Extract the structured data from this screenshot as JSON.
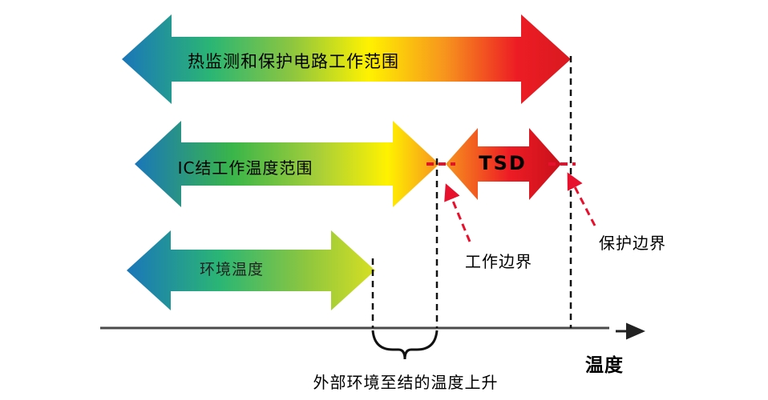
{
  "diagram_title": "thermal-protection-temperature-range-diagram",
  "arrows": {
    "thermal_range": {
      "label": "热监测和保护电路工作范围"
    },
    "ic_junction_range": {
      "label": "IC结工作温度范围"
    },
    "tsd": {
      "label": "TSD"
    },
    "ambient": {
      "label": "环境温度"
    }
  },
  "annotations": {
    "working_boundary": "工作边界",
    "protection_boundary": "保护边界",
    "brace_label": "外部环境至结的温度上升",
    "axis_label": "温度"
  },
  "colors": {
    "gradient_blue": "#1a76b9",
    "gradient_teal": "#2bb673",
    "gradient_green": "#39b54a",
    "gradient_yellow_green": "#a6ce39",
    "gradient_yellow": "#fff200",
    "gradient_orange": "#f7941d",
    "gradient_red": "#da1f26",
    "annotation_red": "#e8112d",
    "axis_gray": "#4a4a4a",
    "dashed_black": "#111111"
  }
}
